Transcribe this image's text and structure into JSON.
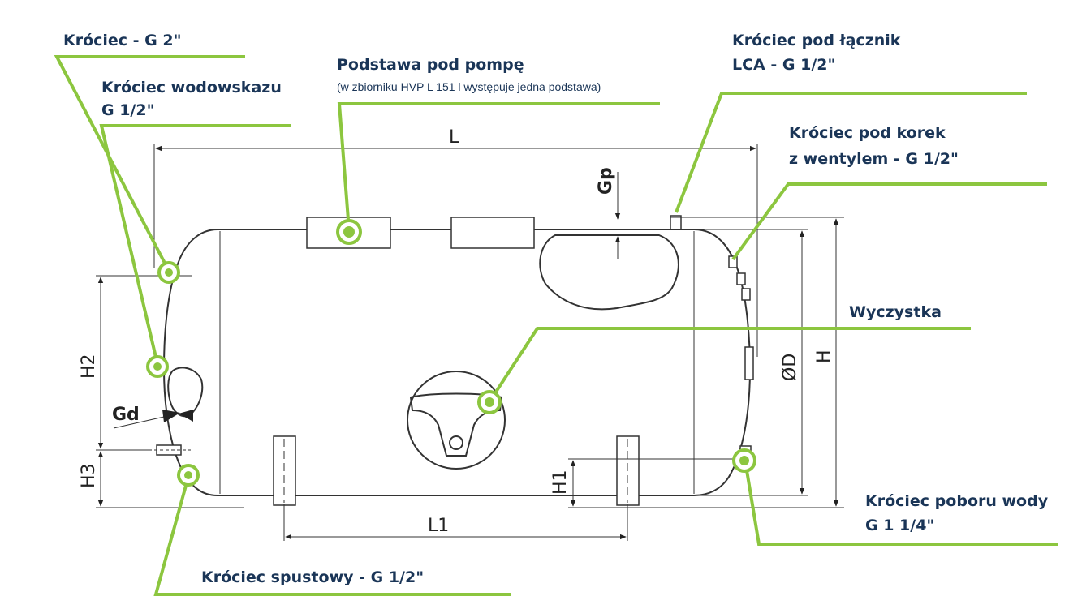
{
  "colors": {
    "accent": "#8cc63f",
    "label_text": "#1a3557",
    "drawing": "#333333"
  },
  "callouts": {
    "krociec_g2": "Króciec - G 2\"",
    "wodowskaz_1": "Króciec wodowskazu",
    "wodowskaz_2": "G 1/2\"",
    "podstawa_title": "Podstawa pod pompę",
    "podstawa_note": "(w zbiorniku HVP L 151 l występuje jedna podstawa)",
    "lca_1": "Króciec pod łącznik",
    "lca_2": "LCA - G 1/2\"",
    "korek_1": "Króciec pod korek",
    "korek_2": "z wentylem - G 1/2\"",
    "wyczystka": "Wyczystka",
    "poboru_1": "Króciec poboru wody",
    "poboru_2": "G 1 1/4\"",
    "spustowy": "Króciec spustowy - G 1/2\""
  },
  "dimensions": {
    "L": "L",
    "L1": "L1",
    "H": "H",
    "H1": "H1",
    "H2": "H2",
    "H3": "H3",
    "D": "ØD",
    "Gp": "Gp",
    "Gd": "Gd"
  }
}
